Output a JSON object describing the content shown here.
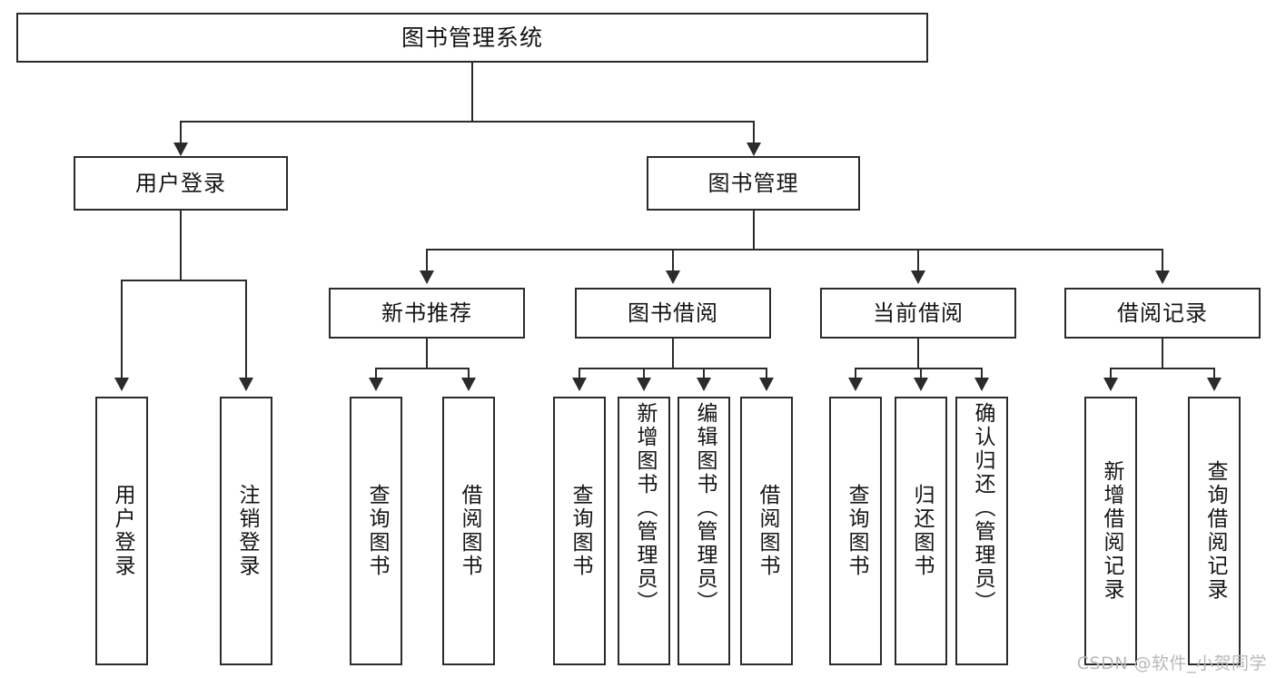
{
  "diagram": {
    "title": "图书管理系统",
    "watermark": "CSDN @软件_小贺同学",
    "colors": {
      "stroke": "#2b2b2b",
      "background": "#ffffff",
      "text": "#141414",
      "watermark": "#b9b9b9"
    },
    "root": {
      "label": "图书管理系统"
    },
    "level1": [
      {
        "label": "用户登录"
      },
      {
        "label": "图书管理"
      }
    ],
    "level2": [
      {
        "label": "新书推荐"
      },
      {
        "label": "图书借阅"
      },
      {
        "label": "当前借阅"
      },
      {
        "label": "借阅记录"
      }
    ],
    "leaves": {
      "user_login": [
        {
          "label": "用户登录"
        },
        {
          "label": "注销登录"
        }
      ],
      "new_book": [
        {
          "label": "查询图书"
        },
        {
          "label": "借阅图书"
        }
      ],
      "borrow_book": [
        {
          "label": "查询图书"
        },
        {
          "label": "新增图书（管理员）"
        },
        {
          "label": "编辑图书（管理员）"
        },
        {
          "label": "借阅图书"
        }
      ],
      "current_borrow": [
        {
          "label": "查询图书"
        },
        {
          "label": "归还图书"
        },
        {
          "label": "确认归还（管理员）"
        }
      ],
      "borrow_record": [
        {
          "label": "新增借阅记录"
        },
        {
          "label": "查询借阅记录"
        }
      ]
    }
  }
}
